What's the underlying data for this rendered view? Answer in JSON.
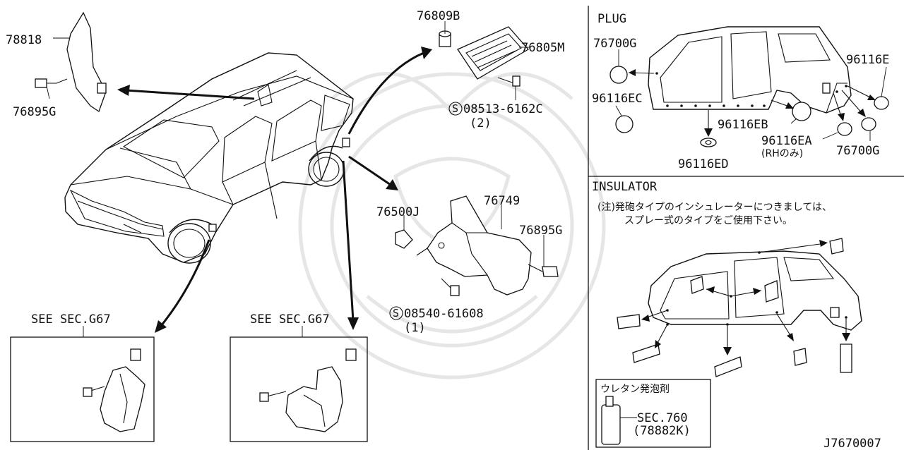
{
  "labels": {
    "p78818": "78818",
    "p76895g_top": "76895G",
    "p76809b": "76809B",
    "p76805m": "76805M",
    "s08513": "08513-6162C",
    "s08513_qty": "(2)",
    "p76749": "76749",
    "p76500j": "76500J",
    "p76895g_mid": "76895G",
    "s08540": "08540-61608",
    "s08540_qty": "(1)",
    "see_left": "SEE SEC.G67",
    "see_right": "SEE SEC.G67",
    "screw_symbol": "S"
  },
  "plug": {
    "title": "PLUG",
    "p76700g_left": "76700G",
    "p96116e": "96116E",
    "p96116ec": "96116EC",
    "p96116eb": "96116EB",
    "p96116ea": "96116EA",
    "rh_only": "(RHのみ)",
    "p76700g_right": "76700G",
    "p96116ed": "96116ED"
  },
  "insulator": {
    "title": "INSULATOR",
    "note_line1": "(注)発砲タイプのインシュレーターにつきましては、",
    "note_line2": "スプレー式のタイプをご使用下さい。",
    "foam_title": "ウレタン発泡剤",
    "sec760": "SEC.760",
    "p78882k": "(78882K)"
  },
  "diagram_id": "J7670007"
}
